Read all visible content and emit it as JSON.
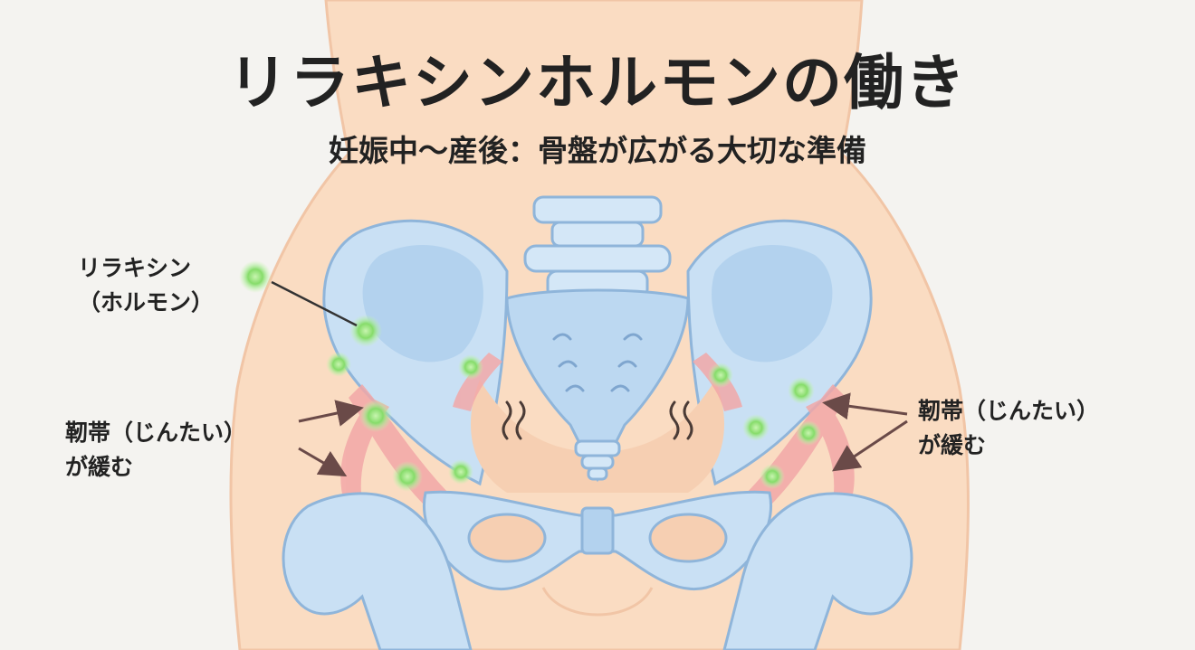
{
  "header": {
    "title": "リラキシンホルモンの働き",
    "subtitle": "妊娠中〜産後：骨盤が広がる大切な準備"
  },
  "labels": {
    "hormone": {
      "line1": "リラキシン",
      "line2": "（ホルモン）"
    },
    "ligament_left": {
      "line1": "靭帯（じんたい）",
      "line2": "が緩む"
    },
    "ligament_right": {
      "line1": "靭帯（じんたい）",
      "line2": "が緩む"
    }
  },
  "colors": {
    "skin": "#fadcc2",
    "bone": "#c9e0f4",
    "bone_outline": "#8fb5da",
    "ligament": "#f2a8a8",
    "hormone": "#8fe07a",
    "text": "#222222",
    "arrow": "#6a4a48"
  }
}
